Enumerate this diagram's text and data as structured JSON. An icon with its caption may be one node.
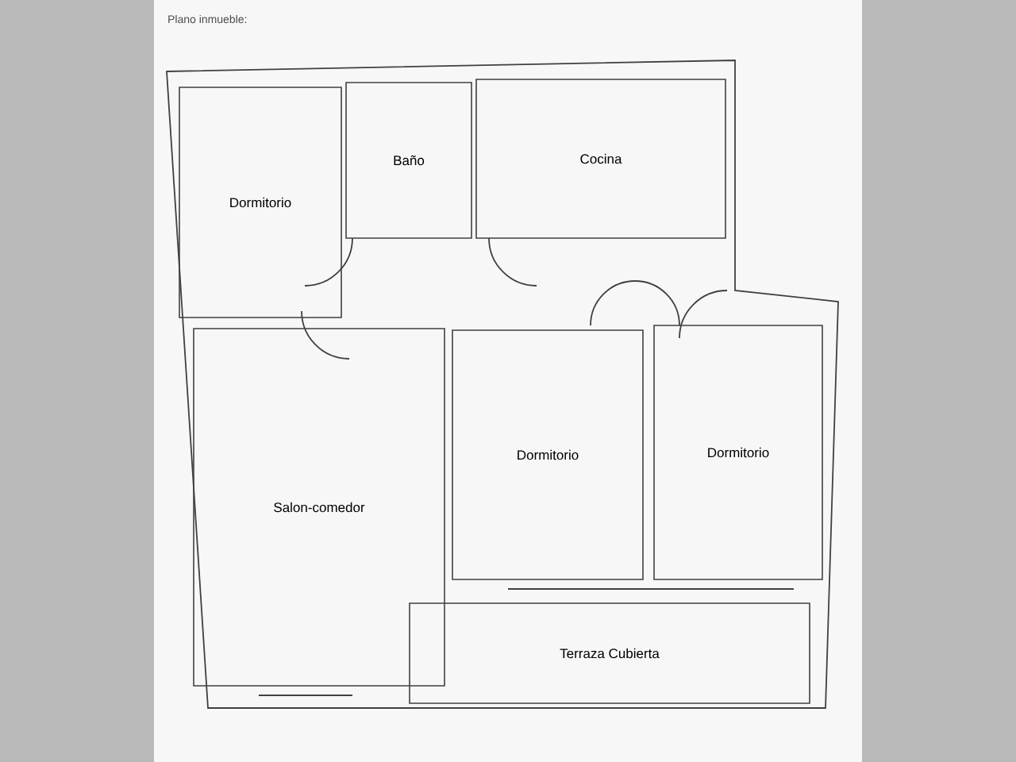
{
  "diagram": {
    "title": "Plano inmueble:",
    "nodes": [
      {
        "text": [
          "Dormitorio"
        ]
      },
      {
        "text": [
          "Baño"
        ]
      },
      {
        "text": [
          "Cocina"
        ]
      },
      {
        "text": [
          "Salon-comedor"
        ]
      },
      {
        "text": [
          "Dormitorio"
        ]
      },
      {
        "text": [
          "Dormitorio"
        ]
      },
      {
        "text": [
          "Terraza Cubierta"
        ]
      }
    ]
  }
}
